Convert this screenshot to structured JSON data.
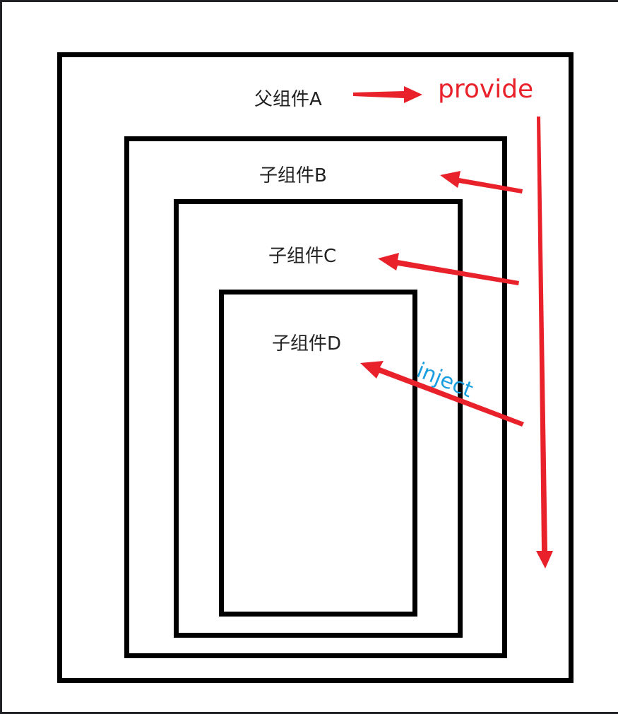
{
  "labels": {
    "parent_a": "父组件A",
    "child_b": "子组件B",
    "child_c": "子组件C",
    "child_d": "子组件D",
    "provide": "provide",
    "inject": "inject"
  },
  "colors": {
    "provide": "#e8212a",
    "inject": "#1a9ee0",
    "arrow": "#e8212a",
    "box_border": "#000000"
  }
}
